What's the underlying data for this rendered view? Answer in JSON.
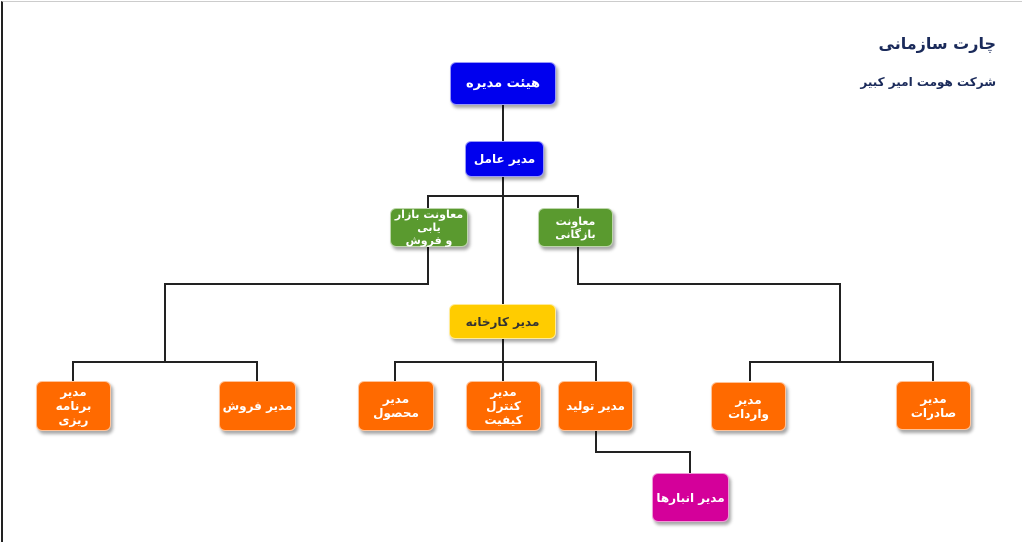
{
  "header": {
    "title": "چارت سازمانی",
    "subtitle": "شرکت هومت امیر کبیر"
  },
  "nodes": {
    "board": "هیئت مدیره",
    "ceo": "مدیر عامل",
    "marketing_vp": "معاونت بازار یابی\nو فروش",
    "commerce_vp": "معاونت بازگانی",
    "factory_manager": "مدیر کارخانه",
    "planning_manager": "مدیر\nبرنامه ریزی",
    "sales_manager": "مدیر فروش",
    "product_manager": "مدیر محصول",
    "qc_manager": "مدیر\nکنترل کیفیت",
    "production_manager": "مدیر تولید",
    "imports_manager": "مدیر واردات",
    "exports_manager": "مدیر صادرات",
    "warehouse_manager": "مدیر انبارها"
  },
  "colors": {
    "board": "#0000ee",
    "vp": "#5a9a2f",
    "factory": "#ffcc00",
    "manager": "#ff6a00",
    "warehouse": "#d4009a"
  }
}
